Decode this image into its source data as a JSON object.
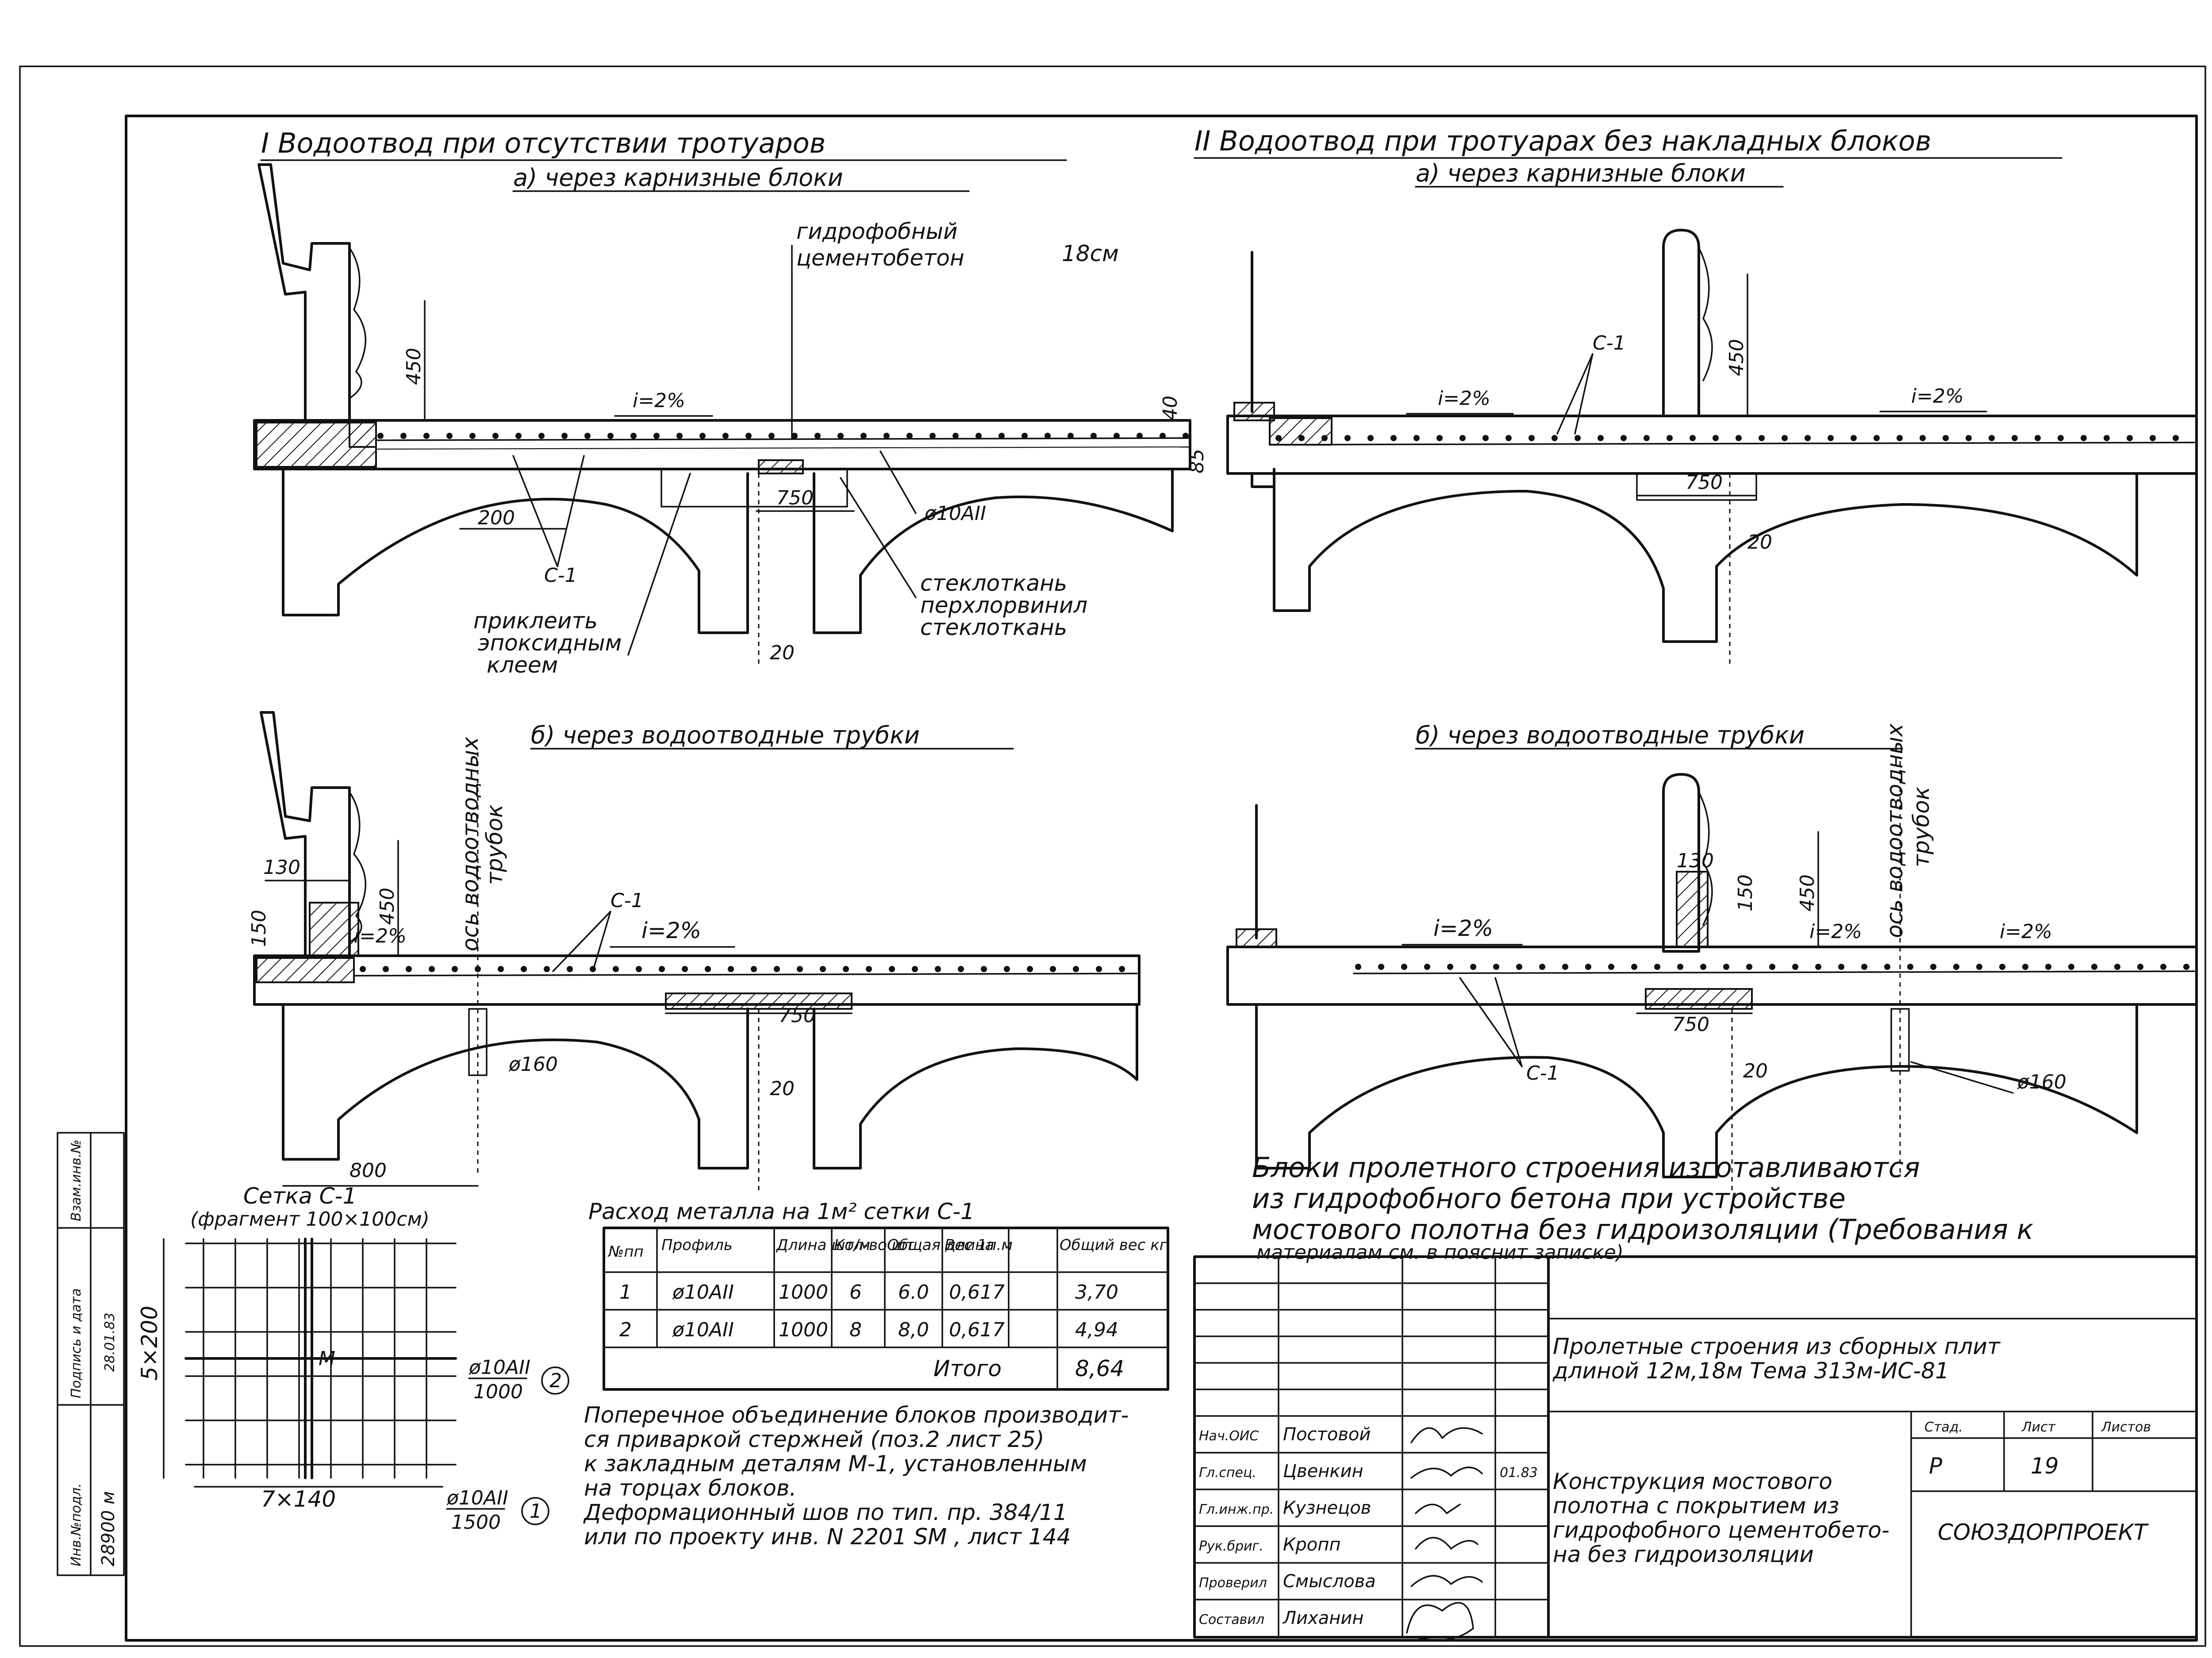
{
  "section_1": {
    "title": "I Водоотвод при отсутствии тротуаров",
    "subtitle_a": "а) через карнизные блоки",
    "subtitle_b": "б) через водоотводные трубки",
    "label_concrete_1": "гидрофобный",
    "label_concrete_2": "цементобетон",
    "label_thickness": "18см",
    "label_slope": "i=2%",
    "label_mesh": "С-1",
    "label_rebar": "ø10АII",
    "label_glue_1": "приклеить",
    "label_glue_2": "эпоксидным",
    "label_glue_3": "клеем",
    "label_glass_1": "стеклоткань",
    "label_glass_2": "перхлорвинил",
    "label_glass_3": "стеклоткань",
    "label_axis_1": "ось водоотводных",
    "label_axis_2": "трубок",
    "label_pipe": "ø160",
    "dims": {
      "d450": "450",
      "d750": "750",
      "d200": "200",
      "d20": "20",
      "d40": "40",
      "d85": "85",
      "d130": "130",
      "d150": "150",
      "d800": "800"
    }
  },
  "section_2": {
    "title": "II Водоотвод при тротуарах без накладных блоков",
    "subtitle_a": "а) через карнизные блоки",
    "subtitle_b": "б) через водоотводные трубки",
    "label_slope_a": "i=2%",
    "label_slope_b": "i=2%",
    "label_mesh": "С-1",
    "label_axis_1": "ось водоотводных",
    "label_axis_2": "трубок",
    "label_pipe": "ø160",
    "dims": {
      "d450": "450",
      "d750": "750",
      "d20": "20",
      "d130": "130",
      "d150": "150"
    }
  },
  "mesh": {
    "title": "Сетка С-1",
    "subtitle": "(фрагмент 100×100см)",
    "dim_v": "5×200",
    "dim_h": "7×140",
    "rebar_2": "ø10АII",
    "rebar_2_len": "1000",
    "rebar_1": "ø10АII",
    "rebar_1_len": "1500",
    "pos_2": "2",
    "pos_1": "1",
    "tag": "М"
  },
  "metal_table": {
    "title": "Расход металла на 1м² сетки С-1",
    "headers": [
      "№пп",
      "Профиль",
      "Длина шт/м",
      "Кол-во шт",
      "Общая длина",
      "Вес 1п.м",
      "Общий вес кг"
    ],
    "rows": [
      [
        "1",
        "ø10АII",
        "1000",
        "6",
        "6.0",
        "0,617",
        "3,70"
      ],
      [
        "2",
        "ø10АII",
        "1000",
        "8",
        "8,0",
        "0,617",
        "4,94"
      ]
    ],
    "total_label": "Итого",
    "total_value": "8,64"
  },
  "notes": {
    "blocks_1": "Блоки пролетного строения изготавливаются",
    "blocks_2": "из гидрофобного бетона при устройстве",
    "blocks_3": "мостового полотна без гидроизоляции (Требования к",
    "blocks_4": "материалам см. в пояснит записке)",
    "joint_1": "Поперечное объединение блоков производит-",
    "joint_2": "ся приваркой стержней (поз.2 лист 25)",
    "joint_3": "к закладным деталям М-1, установленным",
    "joint_4": "на торцах блоков.",
    "joint_5": "Деформационный шов по тип. пр. 384/11",
    "joint_6": "или по проекту инв. N 2201 SМ , лист 144"
  },
  "stamp": {
    "project_1": "Пролетные строения из сборных плит",
    "project_2": "длиной 12м,18м Тема 313м-ИС-81",
    "sheet_title_1": "Конструкция мостового",
    "sheet_title_2": "полотна с покрытием из",
    "sheet_title_3": "гидрофобного цементобето-",
    "sheet_title_4": "на без гидроизоляции",
    "col_stage": "Стад.",
    "col_sheet": "Лист",
    "col_sheets": "Листов",
    "stage": "Р",
    "sheet": "19",
    "org": "СОЮЗДОРПРОЕКТ",
    "date": "01.83",
    "roles": [
      "Нач.ОИС",
      "Гл.спец.",
      "Гл.инж.пр.",
      "Рук.бриг.",
      "Проверил",
      "Составил"
    ],
    "names": [
      "Постовой",
      "Цвенкин",
      "Кузнецов",
      "Кропп",
      "Смыслова",
      "Лиханин"
    ]
  },
  "margin": {
    "inv_label": "Инв.№подл.",
    "inv_value": "28900 м",
    "sign_label": "Подпись и дата",
    "sign_date": "28.01.83",
    "replace_label": "Взам.инв.№"
  }
}
